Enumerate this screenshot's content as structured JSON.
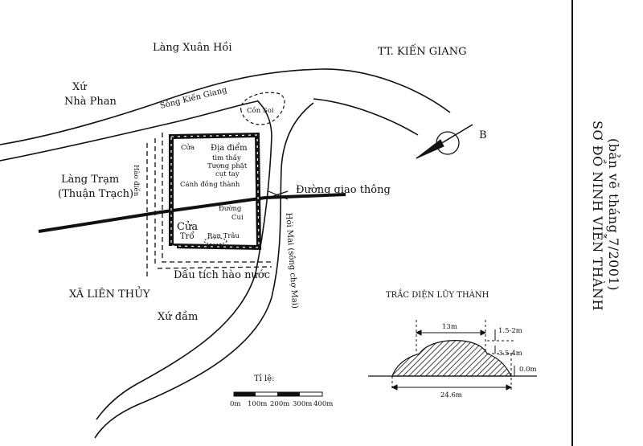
{
  "title": "SƠ ĐỒ NINH VIỄN THÀNH",
  "subtitle": "(bản vẽ tháng 7/2001)",
  "places": {
    "lang_xuan_hoi": "Làng Xuân Hồi",
    "tt_kien_giang": "TT. KIẾN GIANG",
    "xu": "Xứ",
    "nha_phan": "Nhà Phan",
    "song_kien_giang": "Sông Kiến Giang",
    "con_soi": "Cồn Soi",
    "lang_tram": "Làng Trạm",
    "thuan_trach": "(Thuận Trạch)",
    "hao_dien": "Hào điền",
    "xa_lien_thuy": "XÃ LIÊN THỦY",
    "xu_dam": "Xứ đầm",
    "hoi_mai": "Hói Mai (sông chợ Mai)",
    "duong_giao_thong": "Đường giao thông"
  },
  "citadel": {
    "cua_top": "Cửa",
    "dia_diem": [
      "Địa điểm",
      "tìm thấy",
      "Tượng phật",
      "cụt tay"
    ],
    "canh_dong_thanh": "Cánh đồng thành",
    "duong_cui": [
      "Đường",
      "Cui"
    ],
    "cua_tro": [
      "Cửa",
      "Trổ"
    ],
    "ran_trau": "Rạn Trâu",
    "dau_tich_hao_nuoc": "Dấu tích hào nước"
  },
  "north": {
    "label": "B"
  },
  "scale": {
    "label": "Tỉ lệ:",
    "ticks": [
      "0m",
      "100m",
      "200m",
      "300m",
      "400m"
    ]
  },
  "profile": {
    "title": "TRẮC DIỆN LŨY THÀNH",
    "top_width": "13m",
    "h1": "1.5-2m",
    "h2": "3.5-4m",
    "h0": "0.0m",
    "base_width": "24.6m"
  }
}
